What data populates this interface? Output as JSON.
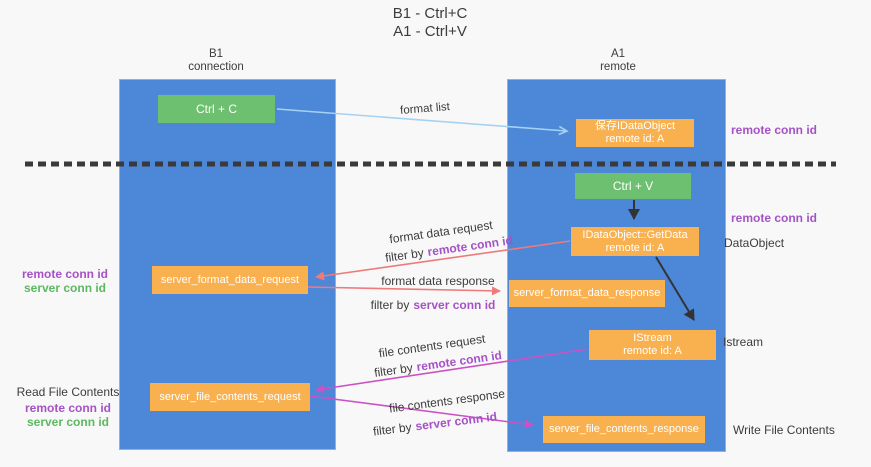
{
  "title": {
    "line1": "B1 - Ctrl+C",
    "line2": "A1 - Ctrl+V"
  },
  "lanes": {
    "b1": {
      "title": "B1",
      "subtitle": "connection"
    },
    "a1": {
      "title": "A1",
      "subtitle": "remote"
    }
  },
  "nodes": {
    "ctrl_c": {
      "label": "Ctrl + C"
    },
    "save_idataobject": {
      "line1": "保存IDataObject",
      "line2": "remote id: A"
    },
    "ctrl_v": {
      "label": "Ctrl + V"
    },
    "idataobject_getdata": {
      "line1": "IDataObject::GetData",
      "line2": "remote id: A"
    },
    "server_format_data_request": {
      "label": "server_format_data_request"
    },
    "server_format_data_response": {
      "label": "server_format_data_response"
    },
    "istream": {
      "line1": "IStream",
      "line2": "remote id: A"
    },
    "server_file_contents_request": {
      "label": "server_file_contents_request"
    },
    "server_file_contents_response": {
      "label": "server_file_contents_response"
    }
  },
  "flow_labels": {
    "format_list": "format list",
    "format_data_request": "format data request",
    "format_data_response": "format data response",
    "file_contents_request": "file contents request",
    "file_contents_response": "file contents response",
    "filter_by": "filter by",
    "remote_conn_id": "remote conn id",
    "server_conn_id": "server conn id"
  },
  "annotations": {
    "left": {
      "remote_conn_id_1": "remote conn id",
      "server_conn_id_1": "server conn id",
      "read_file_contents": "Read File Contents",
      "remote_conn_id_2": "remote conn id",
      "server_conn_id_2": "server conn id"
    },
    "right": {
      "remote_conn_id_1": "remote conn id",
      "remote_conn_id_2": "remote conn id",
      "dataobject": "DataObject",
      "istream": "Istream",
      "write_file_contents": "Write File Contents"
    }
  },
  "colors": {
    "lane_blue": "#4d87d8",
    "node_green": "#6ec071",
    "node_orange": "#f9b04e",
    "arrow_blue": "#a6d2f2",
    "arrow_salmon": "#ee7a7a",
    "arrow_magenta": "#cb52c4",
    "arrow_black": "#333333",
    "separator_dark": "#3a3a3a",
    "text_purple": "#a552c6",
    "text_green": "#5cb961",
    "text_dark": "#3c3c3c"
  }
}
